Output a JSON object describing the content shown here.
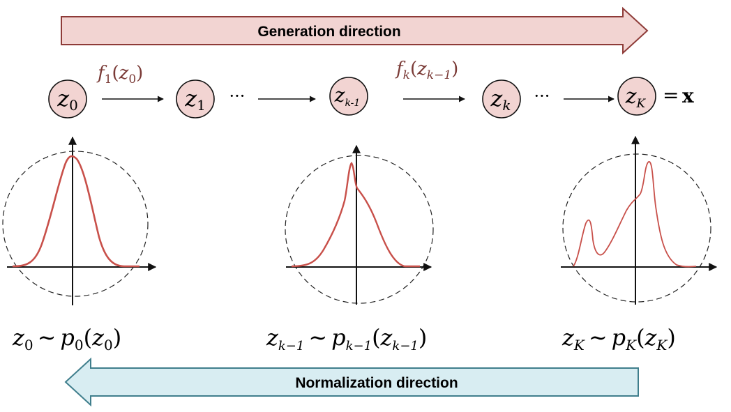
{
  "generation_arrow": {
    "label": "Generation direction",
    "fill": "#f2d4d2",
    "stroke": "#8e3b38"
  },
  "normalization_arrow": {
    "label": "Normalization direction",
    "fill": "#d8edf2",
    "stroke": "#3f7e8c"
  },
  "nodes": {
    "fill": "#f2d4d2",
    "stroke": "#111111",
    "z0": {
      "base": "z",
      "sub": "0"
    },
    "z1": {
      "base": "z",
      "sub": "1"
    },
    "zkm1": {
      "base": "z",
      "sub": "k-1"
    },
    "zk": {
      "base": "z",
      "sub": "k"
    },
    "zK": {
      "base": "z",
      "sub": "K"
    }
  },
  "result": {
    "eq": "=",
    "x": "x"
  },
  "ellipsis": "···",
  "flows": {
    "color": "#7a3a36",
    "f1": {
      "f": "f",
      "fsub": "1",
      "open": "(",
      "arg": "z",
      "argsub": "0",
      "close": ")"
    },
    "fk": {
      "f": "f",
      "fsub": "k",
      "open": "(",
      "arg": "z",
      "argsub": "k−1",
      "close": ")"
    }
  },
  "density_color": "#c8504a",
  "distributions": {
    "d0": {
      "z": "z",
      "zsub": "0",
      "sim": "∼",
      "p": "p",
      "psub": "0",
      "open": "(",
      "arg": "z",
      "argsub": "0",
      "close": ")"
    },
    "dkm1": {
      "z": "z",
      "zsub": "k−1",
      "sim": "∼",
      "p": "p",
      "psub": "k−1",
      "open": "(",
      "arg": "z",
      "argsub": "k−1",
      "close": ")"
    },
    "dK": {
      "z": "z",
      "zsub": "K",
      "sim": "∼",
      "p": "p",
      "psub": "K",
      "open": "(",
      "arg": "z",
      "argsub": "K",
      "close": ")"
    }
  }
}
